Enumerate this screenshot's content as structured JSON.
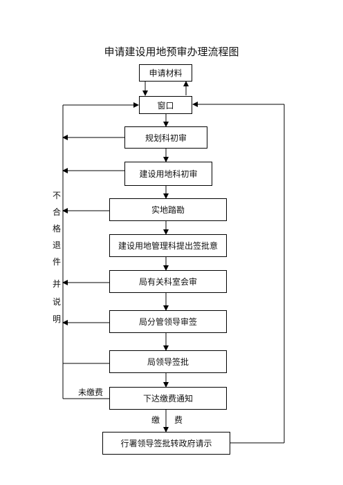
{
  "title": "申请建设用地预审办理流程图",
  "steps": [
    "申请材料",
    "窗口",
    "规划科初审",
    "建设用地科初审",
    "实地踏勘",
    "建设用地管理科提出签批意",
    "局有关科室会审",
    "局分管领导审签",
    "局领导签批",
    "下达缴费通知",
    "行署领导签批转政府请示"
  ],
  "reject_label": [
    "不",
    "合",
    "格",
    "退",
    "件",
    "并",
    "说",
    "明"
  ],
  "unpaid_label": "未缴费",
  "pay_label": [
    "缴",
    "费"
  ]
}
